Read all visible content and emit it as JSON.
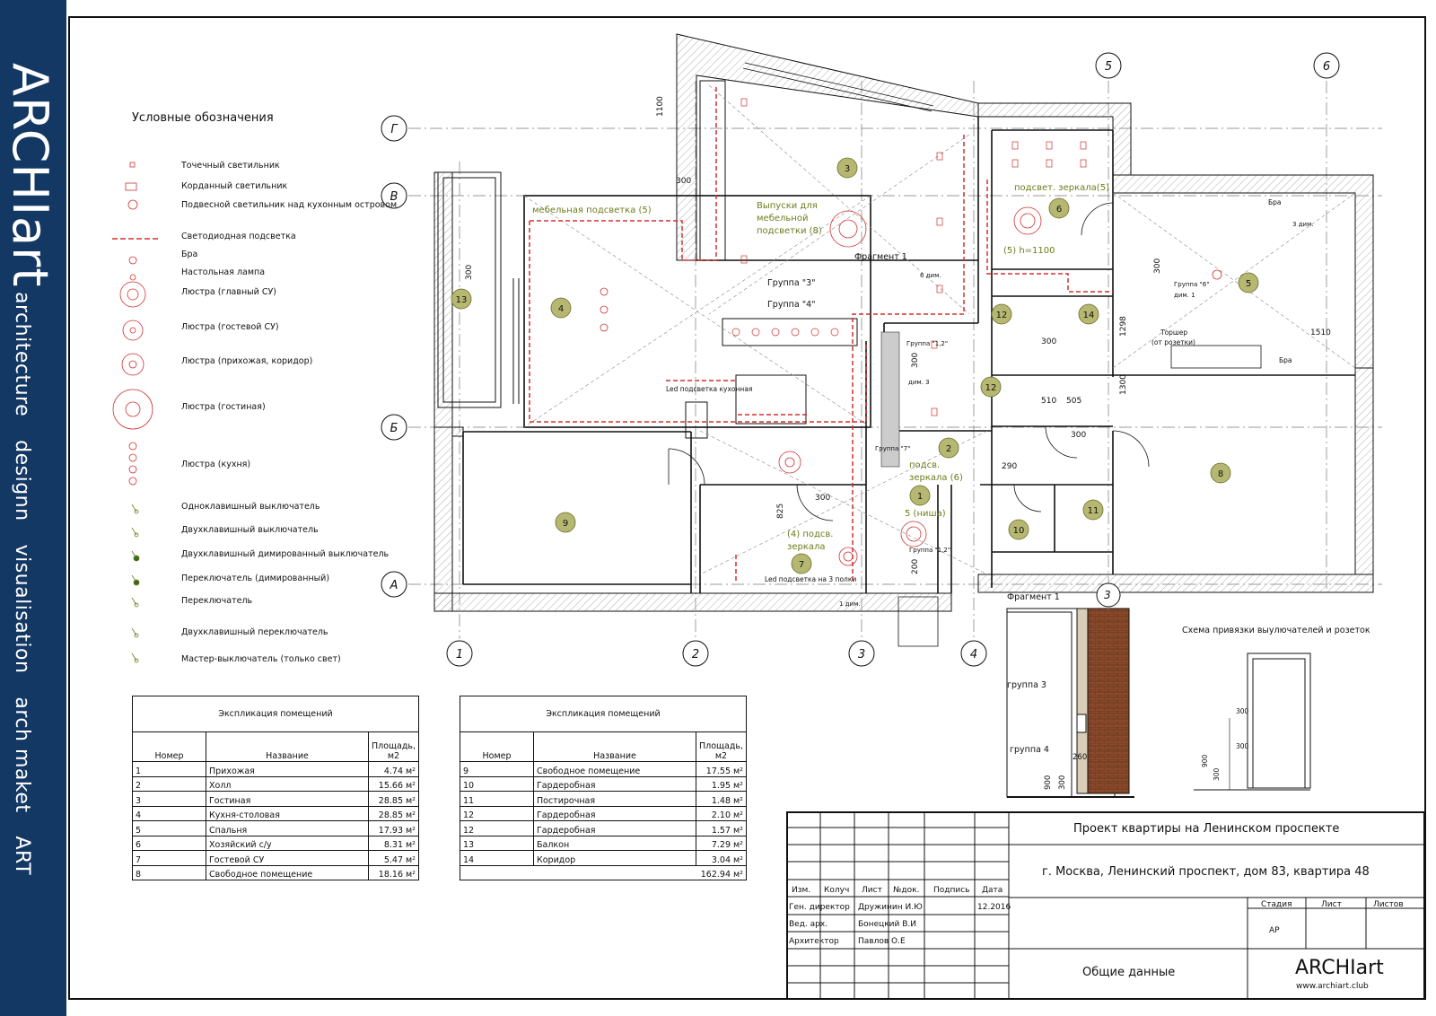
{
  "brand": {
    "logo": "ARCHIart",
    "tags": [
      "architecture",
      "designn",
      "visualisation",
      "arch maket",
      "ART"
    ]
  },
  "legend": {
    "title": "Условные обозначения",
    "items": [
      "Точечный светильник",
      "Корданный светильник",
      "Подвесной светильник над кухонным островом",
      "Светодиодная подсветка",
      "Бра",
      "Настольная лампа",
      "Люстра (главный СУ)",
      "Люстра (гостевой СУ)",
      "Люстра (прихожая, коридор)",
      "Люстра (гостиная)",
      "Люстра (кухня)",
      "Одноклавишный выключатель",
      "Двухклавишный выключатель",
      "Двухклавишный димированный выключатель",
      "Переключатель (димированный)",
      "Переключатель",
      "Двухклавишный переключатель",
      "Мастер-выключатель (только свет)"
    ]
  },
  "axes": {
    "letters": [
      "Г",
      "В",
      "Б",
      "А"
    ],
    "numbers": [
      "1",
      "2",
      "3",
      "4",
      "5",
      "6"
    ]
  },
  "plan_labels": {
    "rooms": [
      "1",
      "2",
      "3",
      "4",
      "5",
      "6",
      "7",
      "8",
      "9",
      "10",
      "11",
      "12",
      "12",
      "13",
      "14"
    ],
    "texts": {
      "furniture_light": "мебельная подсветка (5)",
      "outputs_1": "Выпуски для",
      "outputs_2": "мебельной",
      "outputs_3": "подсветки (8)",
      "fragment": "Фрагмент 1",
      "group3": "Группа \"3\"",
      "group4": "Группа \"4\"",
      "mirror_light5": "подсвет. зеркала(5)",
      "h1100": "(5) h=1100",
      "group6": "Группа \"6\"",
      "dim1": "дим. 1",
      "dim3": "3 дим.",
      "torsher1": "Торшер",
      "torsher2": "(от розетки)",
      "bra": "Бра",
      "led_kitchen": "Led подсветка кухонная",
      "group12a": "Группа \"1,2\"",
      "group7": "Группа \"7\"",
      "mirror6a": "подсв.",
      "mirror6b": "зеркала (6)",
      "niche": "5 (ниша)",
      "mirror4a": "(4) подсв.",
      "mirror4b": "зеркала",
      "led_shelf": "Led подсветка на 3 полки",
      "group12b": "Группа \"1,2\"",
      "one_dim": "1 дим.",
      "six_dim": "6 дим.",
      "dim_3": "дим. 3"
    },
    "dims": [
      "1100",
      "300",
      "300",
      "300",
      "300",
      "1298",
      "1300",
      "510",
      "505",
      "1510",
      "300",
      "290",
      "825",
      "300",
      "200",
      "300"
    ]
  },
  "fragment": {
    "title": "Фрагмент 1",
    "axis": "3",
    "group3": "группа 3",
    "group4": "группа 4",
    "dims": [
      "260",
      "900",
      "300"
    ]
  },
  "switch_scheme": {
    "title": "Схема привязки выулючателей и розеток",
    "dims": [
      "300",
      "300",
      "300",
      "900"
    ]
  },
  "table_left": {
    "caption": "Экспликация помещений",
    "headers": [
      "Номер",
      "Название",
      "Площадь, м2"
    ],
    "rows": [
      [
        "1",
        "Прихожая",
        "4.74 м²"
      ],
      [
        "2",
        "Холл",
        "15.66 м²"
      ],
      [
        "3",
        "Гостиная",
        "28.85 м²"
      ],
      [
        "4",
        "Кухня-столовая",
        "28.85 м²"
      ],
      [
        "5",
        "Спальня",
        "17.93 м²"
      ],
      [
        "6",
        "Хозяйский с/у",
        "8.31 м²"
      ],
      [
        "7",
        "Гостевой СУ",
        "5.47 м²"
      ],
      [
        "8",
        "Свободное помещение",
        "18.16 м²"
      ]
    ]
  },
  "table_right": {
    "caption": "Экспликация помещений",
    "headers": [
      "Номер",
      "Название",
      "Площадь, м2"
    ],
    "rows": [
      [
        "9",
        "Свободное помещение",
        "17.55 м²"
      ],
      [
        "10",
        "Гардеробная",
        "1.95 м²"
      ],
      [
        "11",
        "Постирочная",
        "1.48 м²"
      ],
      [
        "12",
        "Гардеробная",
        "2.10 м²"
      ],
      [
        "12",
        "Гардеробная",
        "1.57 м²"
      ],
      [
        "13",
        "Балкон",
        "7.29 м²"
      ],
      [
        "14",
        "Коридор",
        "3.04 м²"
      ]
    ],
    "total": "162.94 м²"
  },
  "title_block": {
    "project": "Проект квартиры на Ленинском проспекте",
    "address": "г. Москва, Ленинский проспект, дом 83, квартира 48",
    "col_headers": [
      "Изм.",
      "Колуч",
      "Лист",
      "№док.",
      "Подпись",
      "Дата"
    ],
    "roles": [
      "Ген. директор",
      "Вед. арх.",
      "Архитектор"
    ],
    "names": [
      "Дружинин И.Ю",
      "Бонецкий В.И",
      "Павлов О.Е"
    ],
    "date": "12.2016",
    "stage_headers": [
      "Стадия",
      "Лист",
      "Листов"
    ],
    "stage": "АР",
    "sheet_name": "Общие данные",
    "logo": "ARCHIart",
    "site": "www.archiart.club"
  },
  "colors": {
    "sidebar": "#143864",
    "lines": "#111111",
    "hatch": "#9a9a9a",
    "fixture": "#d23030",
    "label_green": "#6b7d1c",
    "room_circle": "#b6b871",
    "brick": "#8a4a2a"
  }
}
